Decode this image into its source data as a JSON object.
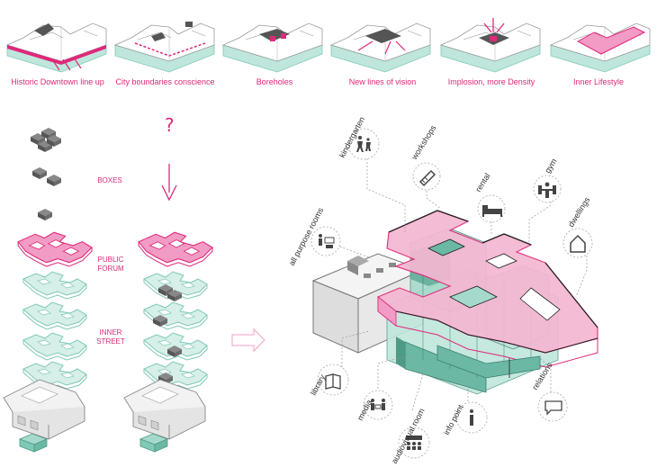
{
  "steps": [
    {
      "label": "Historic Downtown line up"
    },
    {
      "label": "City boundaries conscience"
    },
    {
      "label": "Boreholes"
    },
    {
      "label": "New lines of vision"
    },
    {
      "label": "Implosion, more Density"
    },
    {
      "label": "Inner Lifestyle"
    }
  ],
  "question_mark": "?",
  "legend": {
    "boxes": "BOXES",
    "public_forum": "PUBLIC FORUM",
    "inner_street": "INNER STREET"
  },
  "program": {
    "kindergarten": "kindergarten",
    "workshops": "workshops",
    "rental": "rental",
    "gym": "gym",
    "dwellings": "dwellings",
    "multipurpose": "all purpose rooms",
    "library": "library",
    "media": "media",
    "audiovisual": "audiovisual room",
    "info": "info point",
    "relations": "relations"
  },
  "colors": {
    "pink": "#e0287a",
    "pink_fill": "#f29bc4",
    "teal": "#7fc9b7",
    "teal_light": "#bfe6dc",
    "grey": "#d6d6d6",
    "dark_grey": "#555555"
  }
}
